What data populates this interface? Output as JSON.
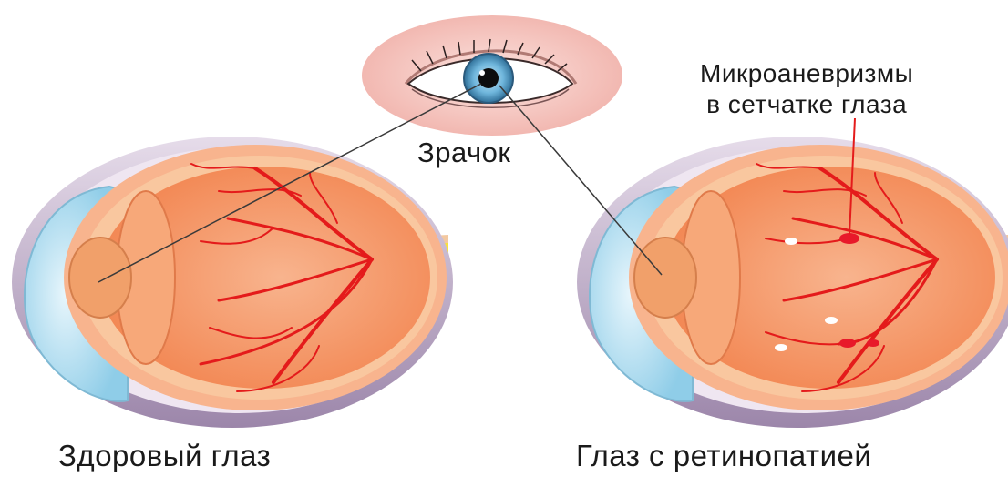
{
  "labels": {
    "pupil": "Зрачок",
    "microaneurysms_line1": "Микроаневризмы",
    "microaneurysms_line2": "в сетчатке глаза",
    "healthy_eye": "Здоровый глаз",
    "retinopathy_eye": "Глаз с ретинопатией"
  },
  "colors": {
    "sclera_outer": "#c7b3cf",
    "cornea": "#aedcf0",
    "lens": "#f1a06a",
    "retina": "#f7ad86",
    "vitreous": "#f58a5c",
    "vessel": "#e41b1b",
    "nerve_yellow": "#f8e23c",
    "aneurysm": "#e8192a",
    "exudate": "#ffffff",
    "iris": "#6fb6dc",
    "skin_circle": "#f6c9c4"
  },
  "icons": [
    "eye-closeup-icon",
    "healthy-eye-cross-section",
    "retinopathy-eye-cross-section"
  ]
}
